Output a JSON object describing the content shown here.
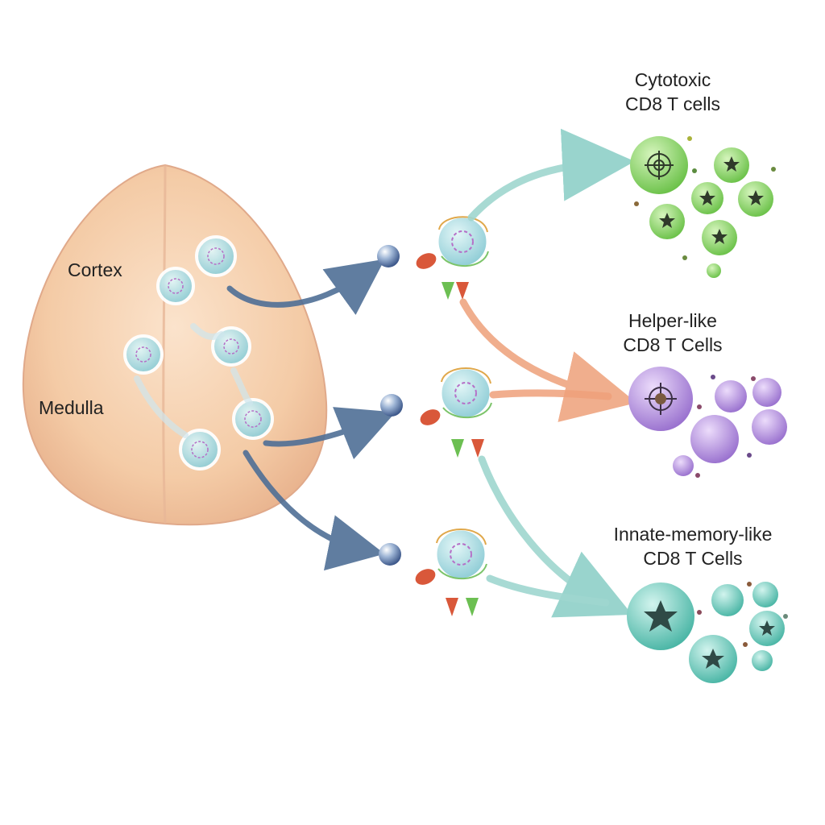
{
  "thymus": {
    "cortex_label": "Cortex",
    "medulla_label": "Medulla"
  },
  "outcomes": [
    {
      "line1": "Cytotoxic",
      "line2": "CD8 T cells",
      "color": "#8fd36a",
      "icon": "target-icon"
    },
    {
      "line1": "Helper-like",
      "line2": "CD8 T Cells",
      "color": "#a98ad6",
      "icon": "target-icon"
    },
    {
      "line1": "Innate-memory-like",
      "line2": "CD8 T Cells",
      "color": "#5fc2b3",
      "icon": "star-icon"
    }
  ],
  "colors": {
    "thymus_fill": "#f4cba6",
    "thymocyte": "#a9dbe0",
    "arrow_blue": "#4f6f96",
    "arrow_teal": "#9fd6cf",
    "arrow_orange": "#eea07a",
    "cytotoxic": "#8fd36a",
    "helper": "#a98ad6",
    "innate": "#5fc2b3"
  }
}
